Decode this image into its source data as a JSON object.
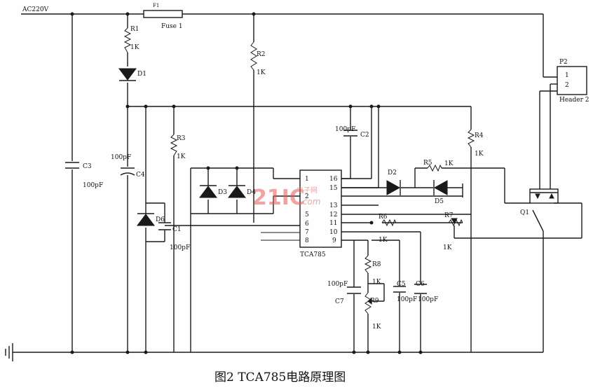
{
  "labels": {
    "ac": "AC220V",
    "f1": "F1",
    "fuse": "Fuse 1",
    "r1": "R1",
    "r1v": "1K",
    "r2": "R2",
    "r2v": "1K",
    "d1": "D1",
    "c3": "C3",
    "c3v": "100pF",
    "c4": "C4",
    "c4v": "100pF",
    "r3": "R3",
    "r3v": "1K",
    "d6": "D6",
    "c1": "C1",
    "c1v": "100pF",
    "d3": "D3",
    "d4": "D4",
    "c2": "C2",
    "c2v": "100pF",
    "ic": "TCA785",
    "pins_left": [
      "1",
      "2",
      "5",
      "6",
      "7",
      "8"
    ],
    "pins_right": [
      "16",
      "15",
      "13",
      "12",
      "11",
      "10",
      "9"
    ],
    "d2": "D2",
    "r5": "R5",
    "r5v": "1K",
    "d5": "D5",
    "r4": "R4",
    "r4v": "1K",
    "r6": "R6",
    "r6v": "1K",
    "r7": "R7",
    "r7v": "1K",
    "q1": "Q1",
    "p2": "P2",
    "p2_pins": [
      "1",
      "2"
    ],
    "header": "Header 2",
    "r8": "R8",
    "r8v": "1K",
    "r9": "R9",
    "r9v": "1K",
    "c5": "C5",
    "c5v": "100pF",
    "c6": "C6",
    "c6v": "100pF",
    "c7": "C7",
    "c7v": "100pF",
    "watermark": "21IC",
    "watermark_sub": "电子网",
    "watermark_url": ".com"
  },
  "caption": "图2  TCA785电路原理图"
}
